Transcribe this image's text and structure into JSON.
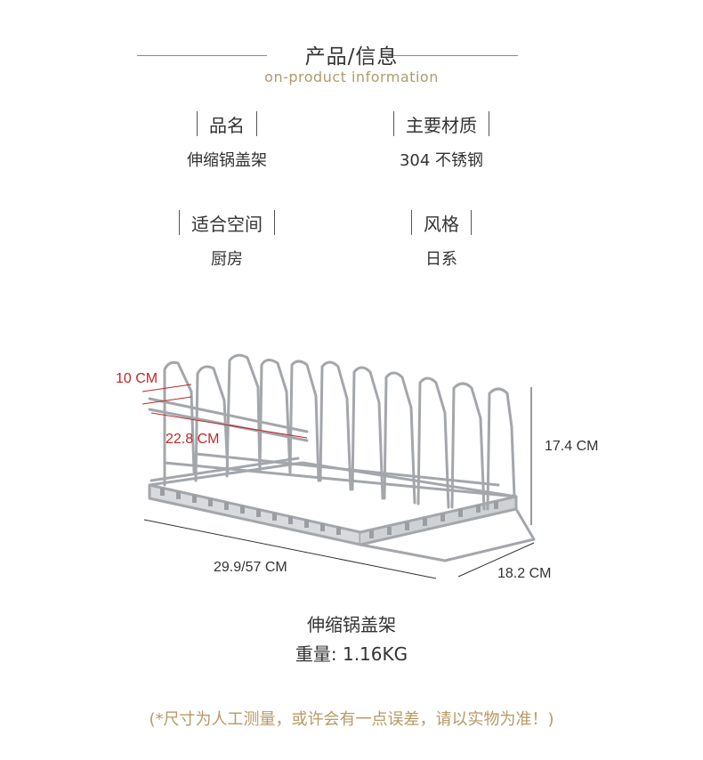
{
  "header": {
    "title": "产品/信息",
    "subtitle": "on-product information"
  },
  "specs": [
    {
      "label": "品名",
      "value": "伸缩锅盖架"
    },
    {
      "label": "主要材质",
      "value": "304 不锈钢"
    },
    {
      "label": "适合空间",
      "value": "厨房"
    },
    {
      "label": "风格",
      "value": "日系"
    }
  ],
  "diagram": {
    "dim_10": "10 CM",
    "dim_228": "22.8 CM",
    "dim_height": "17.4 CM",
    "dim_length": "29.9/57 CM",
    "dim_depth": "18.2 CM"
  },
  "caption": {
    "name": "伸缩锅盖架",
    "weight": "重量: 1.16KG"
  },
  "note": "(*尺寸为人工测量，或许会有一点误差，请以实物为准！)",
  "colors": {
    "accent_gold": "#b09a6c",
    "dimension_red": "#c0282a"
  }
}
